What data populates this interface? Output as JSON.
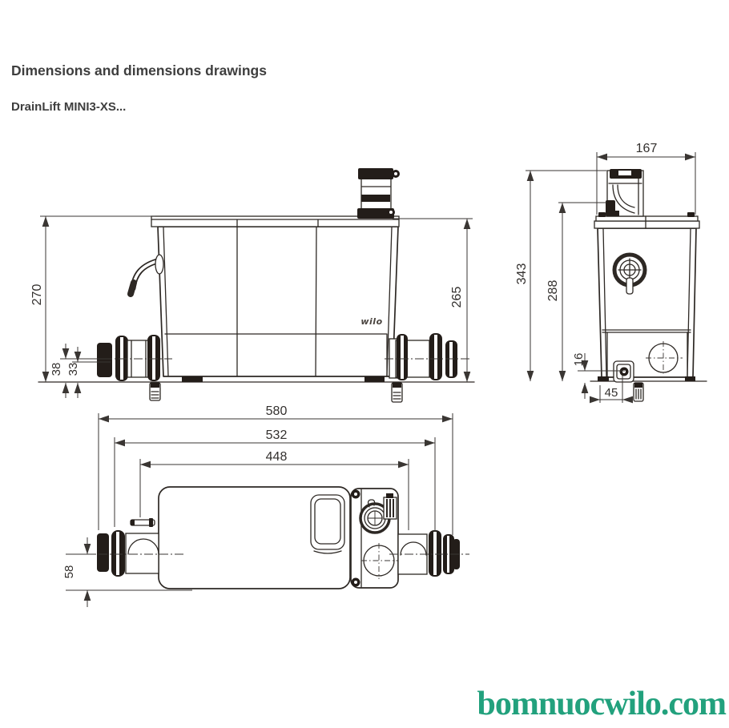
{
  "page": {
    "title": "Dimensions and dimensions drawings",
    "model": "DrainLift MINI3-XS...",
    "watermark": "bomnuocwilo.com",
    "brand_logo": "wilo"
  },
  "dimensions": {
    "front": {
      "total_height": "270",
      "outlet_side_height": "265",
      "inlet_center_height_a": "38",
      "inlet_center_height_b": "33"
    },
    "side": {
      "top_width": "167",
      "total_height": "343",
      "tank_height": "288",
      "cable_entry_height": "16",
      "cable_entry_offset": "45"
    },
    "top": {
      "total_length": "580",
      "length_with_inlet": "532",
      "body_length": "448",
      "inlet_center_offset": "58"
    }
  }
}
